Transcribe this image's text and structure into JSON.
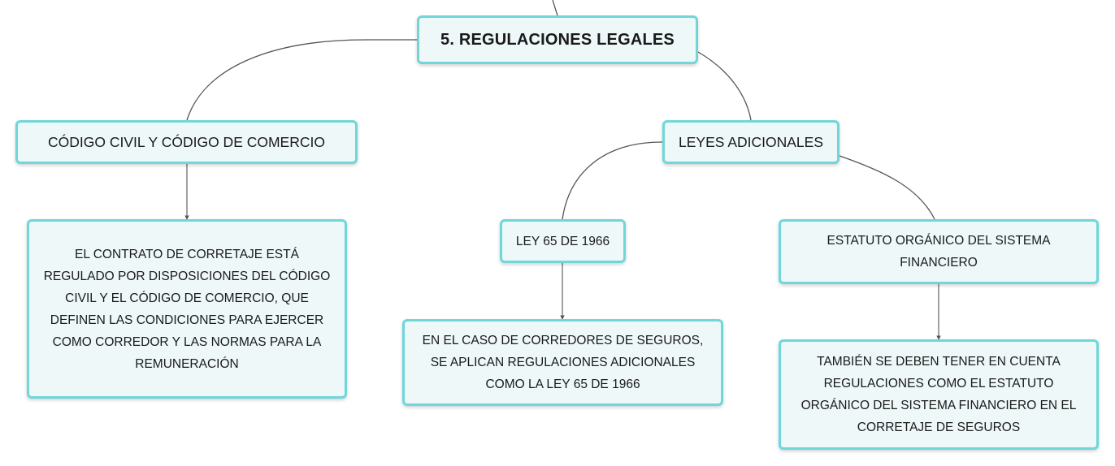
{
  "map": {
    "title": "5. REGULACIONES LEGALES",
    "codigo": "CÓDIGO CIVIL Y CÓDIGO DE COMERCIO",
    "leyes": "LEYES ADICIONALES",
    "contrato": "EL CONTRATO DE CORRETAJE ESTÁ REGULADO POR DISPOSICIONES DEL CÓDIGO CIVIL Y EL CÓDIGO DE COMERCIO, QUE DEFINEN LAS CONDICIONES PARA EJERCER COMO CORREDOR Y LAS NORMAS PARA LA REMUNERACIÓN",
    "ley65": "LEY 65 DE 1966",
    "estatuto": "ESTATUTO ORGÁNICO DEL SISTEMA FINANCIERO",
    "corredores": "EN EL CASO DE CORREDORES DE SEGUROS, SE APLICAN REGULACIONES ADICIONALES COMO LA LEY 65 DE 1966",
    "tambien": "TAMBIÉN SE DEBEN TENER EN CUENTA REGULACIONES COMO EL ESTATUTO ORGÁNICO DEL SISTEMA FINANCIERO EN EL CORRETAJE DE SEGUROS"
  },
  "colors": {
    "node_border": "#6fd6da",
    "node_fill": "#eef8f8",
    "connector": "#555555"
  }
}
